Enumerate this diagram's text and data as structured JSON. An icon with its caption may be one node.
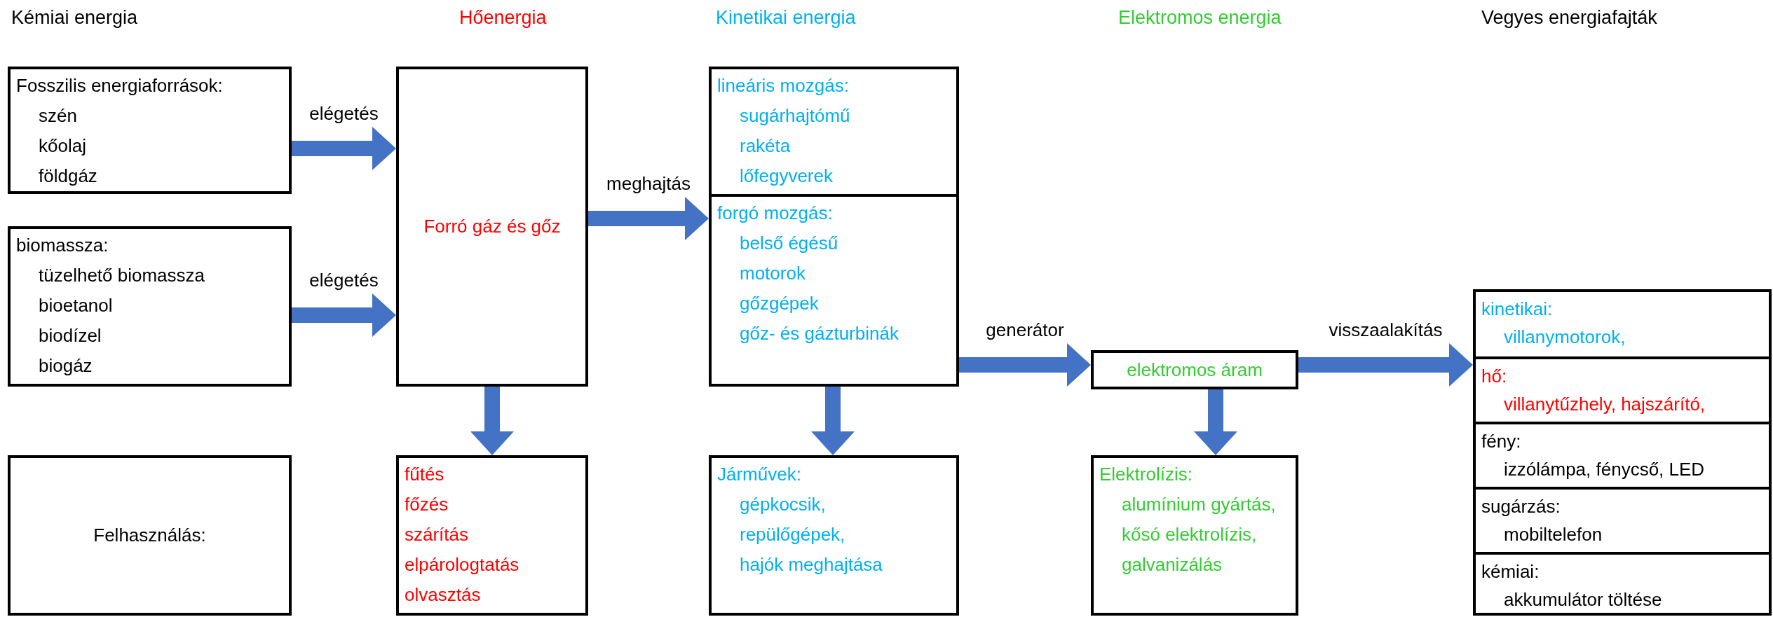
{
  "diagram": {
    "nodes": [
      {
        "text": [
          "Fosszilis energiaforrások:",
          "szén",
          "kőolaj",
          "földgáz"
        ]
      },
      {
        "text": [
          "biomassza:",
          "tüzelhető biomassza",
          "bioetanol",
          "biodízel",
          "biogáz"
        ]
      },
      {
        "text": [
          "Felhasználás:"
        ]
      },
      {
        "text": [
          "Forró gáz és gőz"
        ]
      },
      {
        "text": [
          "fűtés",
          "főzés",
          "szárítás",
          "elpárologtatás",
          "olvasztás"
        ]
      },
      {
        "text": [],
        "shape": "box"
      },
      {
        "text": [
          "lineáris mozgás:",
          "sugárhajtómű",
          "rakéta",
          "lőfegyverek"
        ],
        "in": 5
      },
      {
        "text": [
          "forgó mozgás:",
          "belső égésű",
          "motorok",
          "gőzgépek",
          "gőz- és gázturbinák"
        ],
        "in": 5
      },
      {
        "text": [
          "Járművek:",
          "gépkocsik,",
          "repülőgépek,",
          "hajók meghajtása"
        ]
      },
      {
        "text": [
          "elektromos áram"
        ]
      },
      {
        "text": [
          "Elektrolízis:",
          "alumínium gyártás,",
          "kősó elektrolízis,",
          "galvanizálás"
        ]
      },
      {
        "text": [],
        "shape": "box"
      },
      {
        "text": [
          "kinetikai:",
          "villanymotorok,"
        ],
        "in": 11
      },
      {
        "text": [
          "hő:",
          "villanytűzhely, hajszárító,"
        ],
        "in": 11
      },
      {
        "text": [
          "fény:",
          "izzólámpa, fénycső, LED"
        ],
        "in": 11
      },
      {
        "text": [
          "sugárzás:",
          "mobiltelefon"
        ],
        "in": 11
      },
      {
        "text": [
          "kémiai:",
          "akkumulátor töltése"
        ],
        "in": 11
      }
    ],
    "edges": [
      {
        "from": 0,
        "to": 3,
        "arrow": "to",
        "label": "elégetés"
      },
      {
        "from": 1,
        "to": 3,
        "arrow": "to",
        "label": "elégetés"
      },
      {
        "from": 3,
        "to": 5,
        "arrow": "to",
        "label": "meghajtás"
      },
      {
        "from": 3,
        "to": 4,
        "arrow": "to"
      },
      {
        "from": 5,
        "to": 8,
        "arrow": "to"
      },
      {
        "from": 5,
        "to": 9,
        "arrow": "to",
        "label": "generátor"
      },
      {
        "from": 9,
        "to": 10,
        "arrow": "to"
      },
      {
        "from": 9,
        "to": 11,
        "arrow": "to",
        "label": "visszaalakítás"
      }
    ],
    "labels": [
      "Kémiai energia",
      "Hőenergia",
      "Kinetikai energia",
      "Elektromos energia",
      "Vegyes energiafajták"
    ]
  }
}
